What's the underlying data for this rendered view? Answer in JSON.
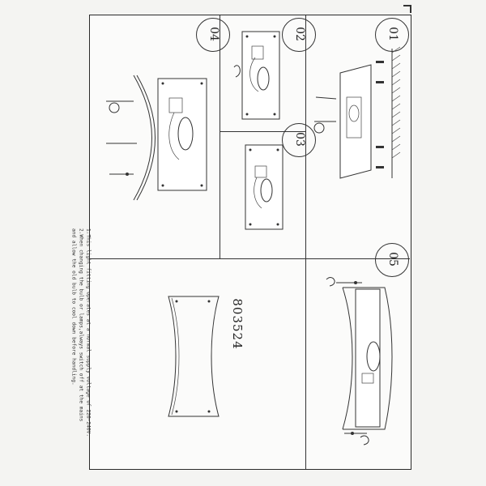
{
  "steps": [
    {
      "id": "01",
      "label": "01"
    },
    {
      "id": "02",
      "label": "02"
    },
    {
      "id": "03",
      "label": "03"
    },
    {
      "id": "04",
      "label": "04"
    },
    {
      "id": "05",
      "label": "05"
    }
  ],
  "product": {
    "model_number": "803524"
  },
  "notes": [
    "1.This light fitting operates at a normal supply voltage of 220-240V.",
    "2.When changing the bulb or lamps,always switch off at the mains",
    "and allow the old bulb to cool down before handling."
  ],
  "colors": {
    "ink": "#333333",
    "paper": "#fbfbfa"
  }
}
